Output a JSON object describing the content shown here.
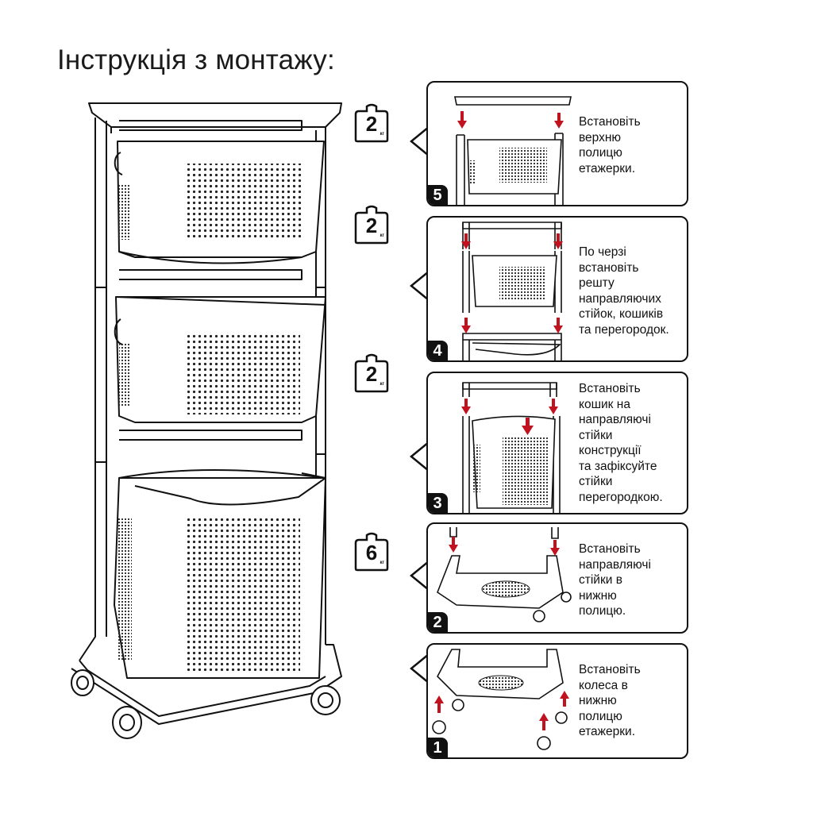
{
  "title": "Інструкція з монтажу:",
  "weights": [
    {
      "value": "2",
      "unit": "кг"
    },
    {
      "value": "2",
      "unit": "кг"
    },
    {
      "value": "2",
      "unit": "кг"
    },
    {
      "value": "6",
      "unit": "кг"
    }
  ],
  "steps": [
    {
      "number": "5",
      "text": "Встановіть\nверхню\nполицю\nетажерки."
    },
    {
      "number": "4",
      "text": "По черзі\nвстановіть\nрешту\nнаправляючих\nстійок, кошиків\nта перегородок."
    },
    {
      "number": "3",
      "text": "Встановіть\nкошик на\nнаправляючі\nстійки\nконструкції\nта зафіксуйте\nстійки\nперегородкою."
    },
    {
      "number": "2",
      "text": "Встановіть\nнаправляючі\nстійки в\nнижню\nполицю."
    },
    {
      "number": "1",
      "text": "Встановіть\nколеса в\nнижню\nполицю\nетажерки."
    }
  ],
  "colors": {
    "arrow": "#c1121f",
    "line": "#111111"
  }
}
